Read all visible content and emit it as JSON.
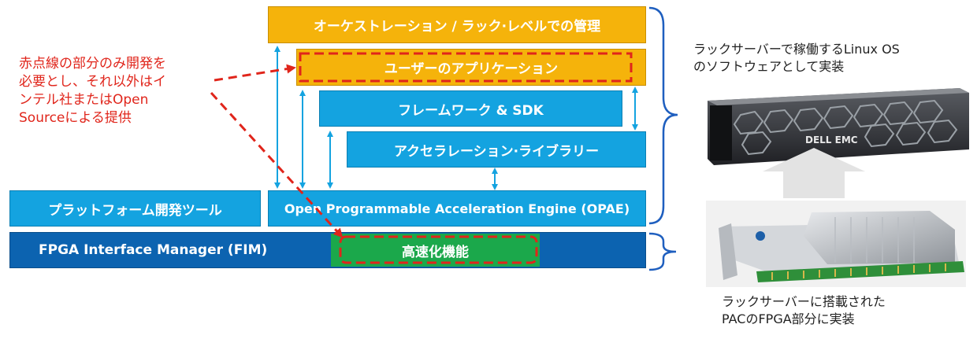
{
  "blocks": {
    "orchestration": "オーケストレーション / ラック·レベルでの管理",
    "user_app": "ユーザーのアプリケーション",
    "framework": "フレームワーク & SDK",
    "accel_lib": "アクセラレーション·ライブラリー",
    "platform_tools": "プラットフォーム開発ツール",
    "opae": "Open Programmable Acceleration Engine (OPAE)",
    "fim": "FPGA Interface Manager (FIM)",
    "accel_function": "高速化機能"
  },
  "note": "赤点線の部分のみ開発を\n必要とし、それ以外はイ\nンテル社またはOpen\nSourceによる提供",
  "server_caption": "ラックサーバーで稼働するLinux OS\nのソフトウェアとして実装",
  "card_caption": "ラックサーバーに搭載された\nPACのFPGA部分に実装",
  "server_brand": "DELL EMC",
  "colors": {
    "orange": "#f5b30b",
    "blue": "#14a3e0",
    "navy": "#0c63b0",
    "green": "#1ba84b",
    "red": "#e0251b",
    "arrow": "#14a3e0"
  }
}
